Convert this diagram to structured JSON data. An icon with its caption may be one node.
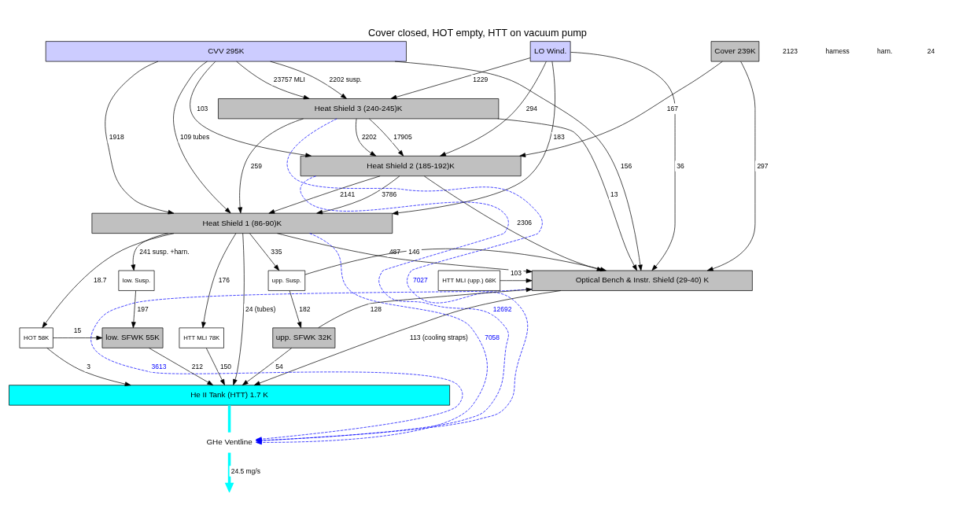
{
  "diagram": {
    "title": "Cover closed, HOT empty, HTT on vacuum pump",
    "nodes": [
      {
        "text": [
          "LO Wind."
        ]
      },
      {
        "text": [
          "Cover 239K"
        ]
      },
      {
        "text": [
          "CVV 295K"
        ]
      },
      {
        "text": [
          "Heat Shield 3 (240-245)K"
        ]
      },
      {
        "text": [
          "Heat Shield 2 (185-192)K"
        ]
      },
      {
        "text": [
          "Heat Shield 1 (86-90)K"
        ]
      },
      {
        "text": [
          "Optical Bench & Instr. Shield (29-40) K"
        ]
      },
      {
        "text": [
          "HTT MLI (upp.) 68K"
        ]
      },
      {
        "text": [
          "upp. Susp."
        ]
      },
      {
        "text": [
          "low. Susp."
        ]
      },
      {
        "text": [
          "upp. SFWK 32K"
        ]
      },
      {
        "text": [
          "low. SFWK 55K"
        ]
      },
      {
        "text": [
          "HOT 58K"
        ]
      },
      {
        "text": [
          "HTT MLI 78K"
        ]
      },
      {
        "text": [
          "He II Tank (HTT) 1.7 K"
        ]
      },
      {
        "text": [
          "GHe Ventline"
        ]
      }
    ],
    "edges": [
      {
        "from": 2,
        "to": 3,
        "arrow": "to",
        "label": "23757 MLI"
      },
      {
        "from": 2,
        "to": 3,
        "arrow": "to",
        "label": "2202 susp."
      },
      {
        "from": 2,
        "to": 4,
        "arrow": "to",
        "label": "103"
      },
      {
        "from": 2,
        "to": 5,
        "arrow": "to",
        "label": "1918"
      },
      {
        "from": 2,
        "to": 6,
        "arrow": "to",
        "label": "156"
      },
      {
        "from": 2,
        "to": 5,
        "arrow": "to",
        "label": "109 tubes"
      },
      {
        "from": 0,
        "to": 3,
        "arrow": "to",
        "label": "1229"
      },
      {
        "from": 0,
        "to": 4,
        "arrow": "to",
        "label": "294"
      },
      {
        "from": 0,
        "to": 5,
        "arrow": "to",
        "label": "183"
      },
      {
        "from": 0,
        "to": 6,
        "arrow": "to",
        "label": "36"
      },
      {
        "from": 1,
        "to": 4,
        "arrow": "to",
        "label": "167"
      },
      {
        "from": 1,
        "to": 6,
        "arrow": "to",
        "label": "297"
      },
      {
        "from": 3,
        "to": 4,
        "arrow": "to",
        "label": "17905"
      },
      {
        "from": 3,
        "to": 4,
        "arrow": "to",
        "label": "2202"
      },
      {
        "from": 3,
        "to": 5,
        "arrow": "to",
        "label": "259"
      },
      {
        "from": 3,
        "to": 6,
        "arrow": "to",
        "label": "13"
      },
      {
        "from": 4,
        "to": 5,
        "arrow": "to",
        "label": "3786"
      },
      {
        "from": 4,
        "to": 5,
        "arrow": "to",
        "label": "2141"
      },
      {
        "from": 4,
        "to": 6,
        "arrow": "to",
        "label": "2306"
      },
      {
        "from": 5,
        "to": 6,
        "arrow": "to",
        "label": "487"
      },
      {
        "from": 5,
        "to": 8,
        "arrow": "to",
        "label": "335"
      },
      {
        "from": 5,
        "to": 9,
        "arrow": "to",
        "label": "241 susp. +harn."
      },
      {
        "from": 5,
        "to": 12,
        "arrow": "to",
        "label": "18.7"
      },
      {
        "from": 5,
        "to": 14,
        "arrow": "to",
        "label": "24 (tubes)"
      },
      {
        "from": 5,
        "to": 13,
        "arrow": "to",
        "label": "176"
      },
      {
        "from": 7,
        "to": 6,
        "arrow": "to",
        "label": "103"
      },
      {
        "from": 6,
        "to": 14,
        "arrow": "to",
        "label": "113 (cooling straps)"
      },
      {
        "from": 10,
        "to": 6,
        "arrow": "to",
        "label": "128"
      },
      {
        "from": 8,
        "to": 6,
        "arrow": "to",
        "label": "146"
      },
      {
        "from": 8,
        "to": 10,
        "arrow": "to",
        "label": "182"
      },
      {
        "from": 9,
        "to": 11,
        "arrow": "to",
        "label": "197"
      },
      {
        "from": 12,
        "to": 11,
        "arrow": "to",
        "label": "15"
      },
      {
        "from": 10,
        "to": 14,
        "arrow": "to",
        "label": "54"
      },
      {
        "from": 11,
        "to": 14,
        "arrow": "to",
        "label": "212"
      },
      {
        "from": 12,
        "to": 14,
        "arrow": "to",
        "label": "3"
      },
      {
        "from": 13,
        "to": 14,
        "arrow": "to",
        "label": "150"
      },
      {
        "from": 3,
        "to": 15,
        "arrow": "to",
        "label": "7027",
        "style": "dashed",
        "color": "#0000ff"
      },
      {
        "from": 4,
        "to": 15,
        "arrow": "to",
        "label": "12692",
        "style": "dashed",
        "color": "#0000ff"
      },
      {
        "from": 5,
        "to": 15,
        "arrow": "to",
        "label": "7058",
        "style": "dashed",
        "color": "#0000ff"
      },
      {
        "from": 6,
        "to": 15,
        "arrow": "to",
        "label": "3613",
        "style": "dashed",
        "color": "#0000ff"
      },
      {
        "from": 14,
        "to": 15,
        "arrow": "none",
        "style": "thick",
        "color": "#00ffff"
      },
      {
        "from": 15,
        "to": null,
        "arrow": "to",
        "label": "24.5 mg/s",
        "style": "thick",
        "color": "#00ffff"
      }
    ],
    "labels": [
      "2123",
      "harness",
      "harn.",
      "24"
    ]
  }
}
